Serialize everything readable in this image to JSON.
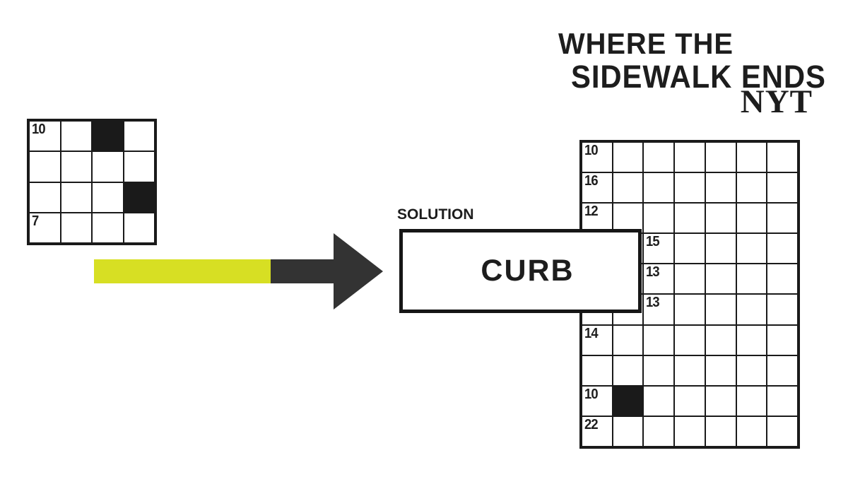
{
  "title": {
    "line1": "WHERE THE",
    "line2": "SIDEWALK ENDS",
    "byline": "NYT"
  },
  "solution": {
    "label": "SOLUTION",
    "answer": "CURB"
  },
  "colors": {
    "highlight_yellow": "#d7df23",
    "arrow_dark": "#333333",
    "ink": "#1a1a1a"
  },
  "mini_grid": {
    "rows": 4,
    "cols": 4,
    "numbers": [
      {
        "row": 1,
        "col": 1,
        "label": "10"
      },
      {
        "row": 4,
        "col": 1,
        "label": "7"
      }
    ],
    "black_cells": [
      {
        "row": 1,
        "col": 3
      },
      {
        "row": 3,
        "col": 4
      }
    ]
  },
  "main_grid": {
    "rows": 10,
    "cols": 7,
    "numbers": [
      {
        "row": 1,
        "col": 1,
        "label": "10"
      },
      {
        "row": 2,
        "col": 1,
        "label": "16"
      },
      {
        "row": 3,
        "col": 1,
        "label": "12"
      },
      {
        "row": 4,
        "col": 3,
        "label": "15"
      },
      {
        "row": 5,
        "col": 3,
        "label": "13"
      },
      {
        "row": 6,
        "col": 3,
        "label": "13"
      },
      {
        "row": 7,
        "col": 1,
        "label": "14"
      },
      {
        "row": 9,
        "col": 1,
        "label": "10"
      },
      {
        "row": 10,
        "col": 1,
        "label": "22"
      }
    ],
    "black_cells": [
      {
        "row": 9,
        "col": 2
      }
    ]
  }
}
